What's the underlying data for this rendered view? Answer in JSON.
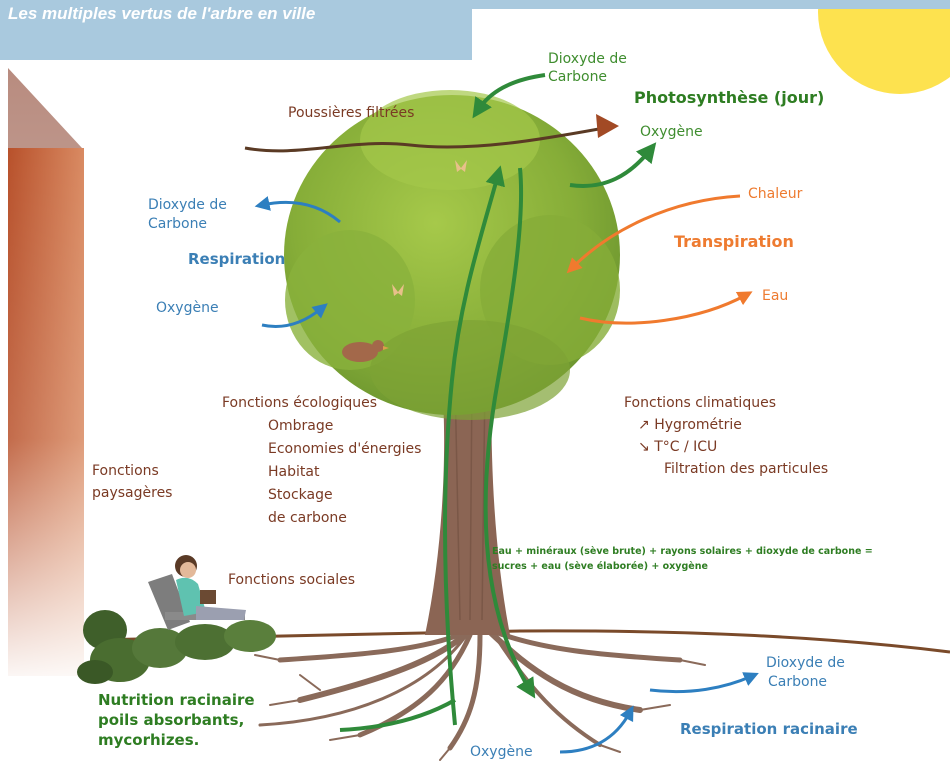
{
  "title": "Les multiples vertus de l'arbre en ville",
  "labels": {
    "co2_top": [
      "Dioxyde de",
      "Carbone"
    ],
    "photosynthese": "Photosynthèse (jour)",
    "oxygene_top": "Oxygène",
    "poussieres": "Poussières filtrées",
    "chaleur": "Chaleur",
    "transpiration": "Transpiration",
    "eau": "Eau",
    "co2_left": [
      "Dioxyde de",
      "Carbone"
    ],
    "respiration": "Respiration",
    "oxygene_left": "Oxygène",
    "fonctions_ecologiques": [
      "Fonctions écologiques",
      "Ombrage",
      "Economies d'énergies",
      "Habitat",
      "Stockage",
      "de carbone"
    ],
    "fonctions_climatiques": [
      "Fonctions climatiques",
      "Hygrométrie",
      "T°C / ICU",
      "Filtration des particules"
    ],
    "climat_arrows": [
      "↗",
      "↘"
    ],
    "fonctions_paysageres": [
      "Fonctions",
      "paysagères"
    ],
    "fonctions_sociales": "Fonctions sociales",
    "equation": [
      "Eau + minéraux (sève brute) + rayons solaires + dioxyde de carbone =",
      "sucres + eau (sève élaborée) + oxygène"
    ],
    "co2_root": [
      "Dioxyde de",
      "Carbone"
    ],
    "respiration_racinaire": "Respiration racinaire",
    "oxygene_bottom": "Oxygène",
    "nutrition": [
      "Nutrition racinaire",
      "poils absorbants,",
      "mycorhizes."
    ]
  },
  "colors": {
    "title_band": "#a9c9de",
    "brown_text": "#7a3a24",
    "blue_text": "#3b7fb5",
    "green_text": "#3f8d2f",
    "orange_text": "#ee7b30",
    "foliage": "#8fb63c",
    "sun": "#fde24f",
    "building": "#c4643c"
  }
}
